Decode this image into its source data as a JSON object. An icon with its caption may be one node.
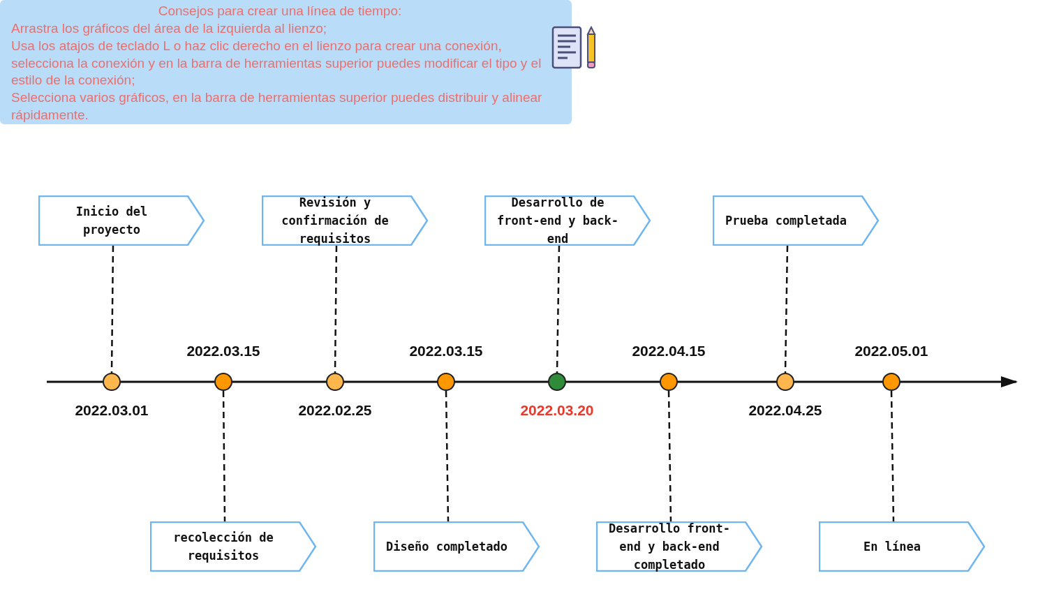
{
  "diagram": {
    "nodes": [
      {
        "text": [
          "Consejos para crear una línea de tiempo:",
          "Arrastra los gráficos del área de la izquierda al lienzo;",
          "Usa los atajos de teclado L o haz clic derecho en el lienzo para crear una conexión, selecciona la conexión y en la barra de herramientas superior puedes modificar el tipo y el estilo de la conexión;",
          "Selecciona varios gráficos, en la barra de herramientas superior puedes distribuir y alinear rápidamente."
        ]
      },
      {
        "text": [
          "Inicio del proyecto"
        ]
      },
      {
        "text": [
          "Revisión y confirmación de requisitos"
        ]
      },
      {
        "text": [
          "Desarrollo de front-end y back-end"
        ]
      },
      {
        "text": [
          "Prueba completada"
        ]
      },
      {
        "text": [],
        "shape": "circle",
        "beside": [
          "2022.03.01"
        ]
      },
      {
        "text": [],
        "shape": "circle",
        "beside": [
          "2022.03.15"
        ]
      },
      {
        "text": [],
        "shape": "circle",
        "beside": [
          "2022.02.25"
        ]
      },
      {
        "text": [],
        "shape": "circle",
        "beside": [
          "2022.03.15"
        ]
      },
      {
        "text": [],
        "shape": "circle",
        "beside": [
          "2022.03.20"
        ]
      },
      {
        "text": [],
        "shape": "circle",
        "beside": [
          "2022.04.15"
        ]
      },
      {
        "text": [],
        "shape": "circle",
        "beside": [
          "2022.04.25"
        ]
      },
      {
        "text": [],
        "shape": "circle",
        "beside": [
          "2022.05.01"
        ]
      },
      {
        "text": [
          "recolección de requisitos"
        ]
      },
      {
        "text": [
          "Diseño completado"
        ]
      },
      {
        "text": [
          "Desarrollo front-end y back-end completado"
        ]
      },
      {
        "text": [
          "En línea"
        ]
      }
    ],
    "edges": [
      {
        "from": 1,
        "to": 5,
        "arrow": "none",
        "style": "dashed"
      },
      {
        "from": 2,
        "to": 7,
        "arrow": "none",
        "style": "dashed"
      },
      {
        "from": 3,
        "to": 9,
        "arrow": "none",
        "style": "dashed"
      },
      {
        "from": 4,
        "to": 11,
        "arrow": "none",
        "style": "dashed"
      },
      {
        "from": 6,
        "to": 13,
        "arrow": "none",
        "style": "dashed"
      },
      {
        "from": 8,
        "to": 14,
        "arrow": "none",
        "style": "dashed"
      },
      {
        "from": 10,
        "to": 15,
        "arrow": "none",
        "style": "dashed"
      },
      {
        "from": 12,
        "to": 16,
        "arrow": "none",
        "style": "dashed"
      }
    ]
  }
}
